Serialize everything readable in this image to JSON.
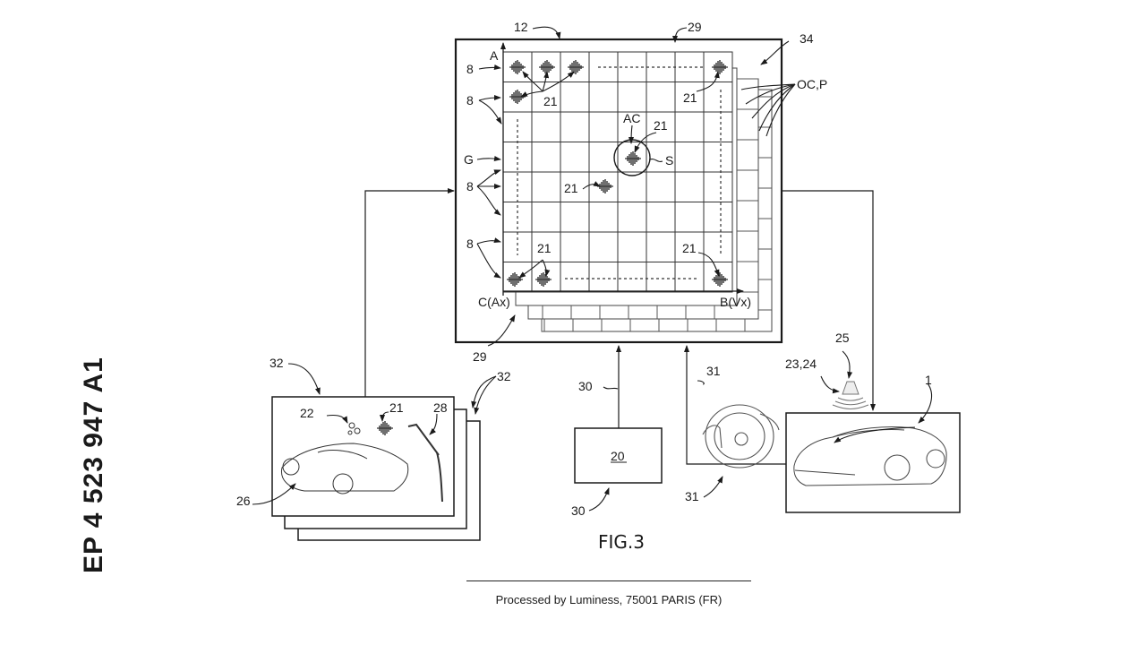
{
  "document": {
    "publication_number": "EP 4 523 947 A1",
    "figure_title": "FIG.3",
    "footer": "Processed by Luminess, 75001 PARIS (FR)"
  },
  "labels": {
    "ref_12": "12",
    "ref_29_top": "29",
    "ref_34": "34",
    "ref_oc_p": "OC,P",
    "axis_a": "A",
    "ref_8_a": "8",
    "ref_8_b": "8",
    "ref_g": "G",
    "ref_8_c": "8",
    "ref_8_d": "8",
    "ref_21_tl": "21",
    "ref_21_tr": "21",
    "ref_ac": "AC",
    "ref_21_ac": "21",
    "ref_s": "S",
    "ref_21_mid": "21",
    "ref_21_bl": "21",
    "ref_21_br": "21",
    "corner_c": "C(Ax)",
    "corner_b": "B(Vx)",
    "ref_29_bottom": "29",
    "ref_32_left": "32",
    "ref_32_right": "32",
    "ref_22": "22",
    "ref_21_screen": "21",
    "ref_28": "28",
    "ref_26": "26",
    "ref_30_top": "30",
    "box_20": "20",
    "ref_30_bottom": "30",
    "ref_31_top": "31",
    "ref_31_bottom": "31",
    "ref_23_24": "23,24",
    "ref_25": "25",
    "ref_1": "1"
  }
}
